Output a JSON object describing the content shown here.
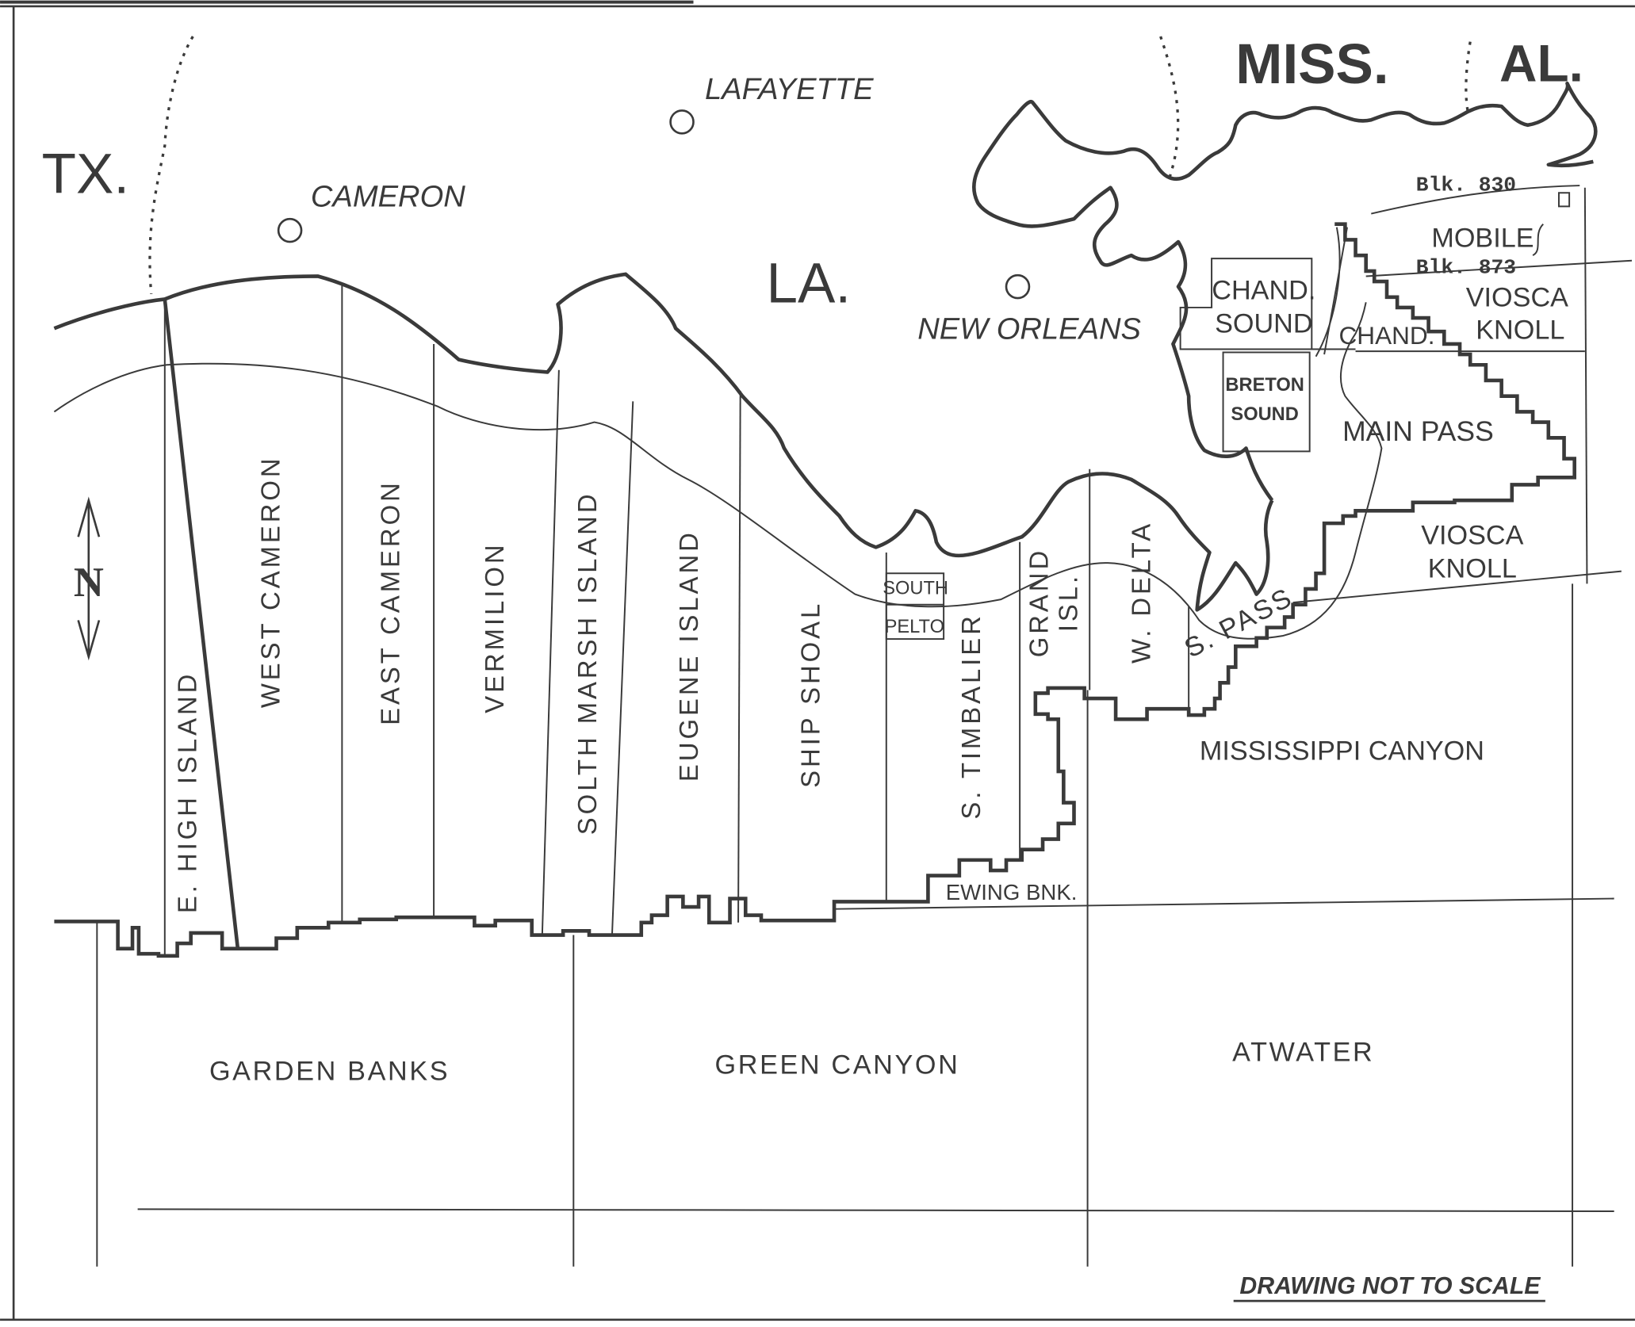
{
  "states": {
    "tx": "TX.",
    "la": "LA.",
    "miss": "MISS.",
    "al": "AL."
  },
  "cities": {
    "lafayette": "LAFAYETTE",
    "cameron": "CAMERON",
    "new_orleans": "NEW ORLEANS"
  },
  "areas": {
    "e_high_island": "E. HIGH ISLAND",
    "west_cameron": "WEST CAMERON",
    "east_cameron": "EAST CAMERON",
    "vermilion": "VERMILION",
    "south_marsh_island": "SOLTH MARSH ISLAND",
    "eugene_island": "EUGENE ISLAND",
    "ship_shoal": "SHIP SHOAL",
    "south_pelto_1": "SOUTH",
    "south_pelto_2": "PELTO",
    "s_timbalier": "S. TIMBALIER",
    "grand_isle_1": "GRAND",
    "grand_isle_2": "ISL.",
    "w_delta": "W. DELTA",
    "s_pass": "S. PASS",
    "chand_sound_1": "CHAND.",
    "chand_sound_2": "SOUND",
    "breton_sound_1": "BRETON",
    "breton_sound_2": "SOUND",
    "chand": "CHAND.",
    "main_pass": "MAIN PASS",
    "viosca_knoll_n_1": "VIOSCA",
    "viosca_knoll_n_2": "KNOLL",
    "viosca_knoll_s_1": "VIOSCA",
    "viosca_knoll_s_2": "KNOLL",
    "mobile": "MOBILE",
    "blk_830": "Blk. 830",
    "blk_873": "Blk. 873",
    "ewing_bank": "EWING BNK.",
    "mississippi_canyon": "MISSISSIPPI CANYON",
    "garden_banks": "GARDEN BANKS",
    "green_canyon": "GREEN CANYON",
    "atwater": "ATWATER"
  },
  "north_arrow": {
    "letter": "N"
  },
  "note": "DRAWING NOT TO SCALE",
  "colors": {
    "ink": "#3a3a3a",
    "paper": "#ffffff"
  }
}
